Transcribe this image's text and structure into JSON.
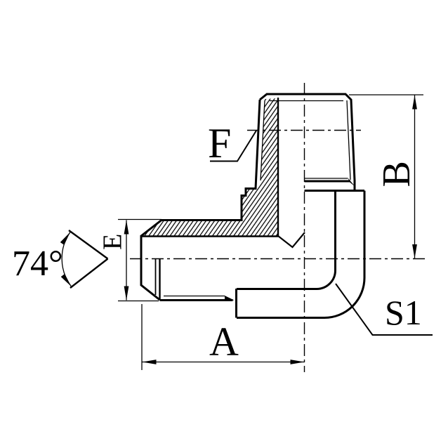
{
  "drawing": {
    "background_color": "#ffffff",
    "line_color": "#000000",
    "labels": {
      "angle": "74°",
      "flare_od": "E",
      "top_thread": "F",
      "height": "B",
      "length": "A",
      "wrench_flats": "S1"
    }
  }
}
